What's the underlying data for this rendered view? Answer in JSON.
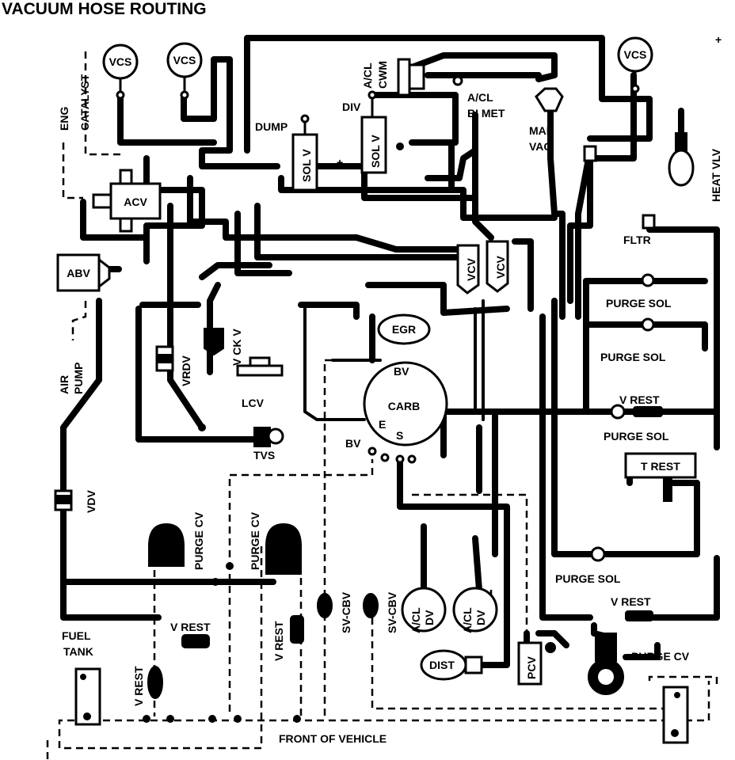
{
  "title": "VACUUM HOSE ROUTING",
  "labels": {
    "vcs1": "VCS",
    "vcs2": "VCS",
    "vcs3": "VCS",
    "catalyst": "CATALYST",
    "eng": "ENG",
    "acv": "ACV",
    "abv": "ABV",
    "dump": "DUMP",
    "sol_v1": "SOL V",
    "div": "DIV",
    "sol_v2": "SOL V",
    "acl_cwm": "A/CL\nCWM",
    "acl_bimet_1": "A/CL",
    "acl_bimet_2": "BI MET",
    "man_vac_1": "MAN",
    "man_vac_2": "VAC",
    "heat_vlv": "HEAT VLV",
    "fltr": "FLTR",
    "vcv1": "VCV",
    "vcv2": "VCV",
    "purge_sol_1": "PURGE SOL",
    "purge_sol_2": "PURGE SOL",
    "v_rest_1": "V REST",
    "purge_sol_3": "PURGE SOL",
    "t_rest": "T REST",
    "egr": "EGR",
    "bv_top": "BV",
    "carb": "CARB",
    "e": "E",
    "s": "S",
    "bv_left": "BV",
    "vrdv": "VRDV",
    "v_ck_v": "V CK V",
    "lcv": "LCV",
    "tvs": "TVS",
    "air_pump": "AIR\nPUMP",
    "vdv": "VDV",
    "purge_cv_1": "PURGE CV",
    "purge_cv_2": "PURGE CV",
    "sv_cbv_1": "SV-CBV",
    "sv_cbv_2": "SV-CBV",
    "acl_dv_1a": "A/CL",
    "acl_dv_1b": "DV",
    "acl_dv_2a": "A/CL",
    "acl_dv_2b": "DV",
    "dist": "DIST",
    "pcv": "PCV",
    "purge_sol_4": "PURGE SOL",
    "v_rest_2": "V REST",
    "purge_cv_3": "PURGE CV",
    "fuel_tank_1": "FUEL",
    "fuel_tank_2": "TANK",
    "v_rest_3": "V REST",
    "v_rest_4": "V REST",
    "v_rest_5": "V REST",
    "front_of_vehicle": "FRONT OF VEHICLE"
  }
}
